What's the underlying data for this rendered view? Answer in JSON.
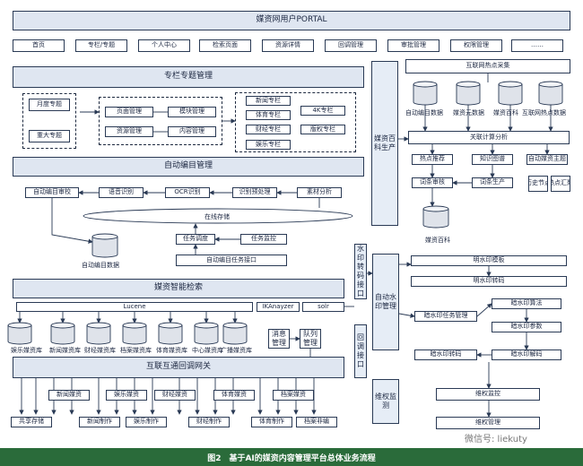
{
  "portal": "媒资网用户PORTAL",
  "nav": [
    "首页",
    "专栏/专题",
    "个人中心",
    "检索页面",
    "资源详情",
    "回调管理",
    "审批管理",
    "权限管理",
    "……"
  ],
  "column_mgmt": {
    "title": "专栏专题管理",
    "left": [
      "月度专题",
      "重大专题"
    ],
    "mid": [
      "页面管理",
      "模块管理",
      "资源管理",
      "内容管理"
    ],
    "right": [
      "新闻专栏",
      "4K专栏",
      "体育专栏",
      "财经专栏",
      "版权专栏",
      "娱乐专栏"
    ]
  },
  "baike_prod": "媒资百科生产",
  "auto_catalog": {
    "title": "自动编目管理",
    "flow": [
      "自动编目审校",
      "语音识别",
      "OCR识别",
      "识别预处理",
      "素材分析"
    ],
    "storage": "在线存储",
    "task": [
      "任务调度",
      "任务监控"
    ],
    "interface": "自动编目任务接口",
    "db": "自动编目数据"
  },
  "hot": {
    "title": "互联网热点采集",
    "dbs": [
      "自动编目数据",
      "媒资元数据",
      "媒资百科",
      "互联网热点数据"
    ],
    "analysis": "关联计算分析",
    "items": [
      "热点推荐",
      "知识图谱",
      "自动媒资主题",
      "历史节点",
      "热点汇聚",
      "词条审核",
      "词条生产"
    ],
    "baike": "媒资百科"
  },
  "retrieval": {
    "title": "媒资智能检索",
    "engine": [
      "Lucene",
      "IKAnayzer",
      "solr"
    ],
    "dbs": [
      "娱乐媒资库",
      "新闻媒资库",
      "财经媒资库",
      "档案媒资库",
      "体育媒资库",
      "中心媒资库",
      "广播媒资库"
    ]
  },
  "watermark": {
    "interface": "水印转码接口",
    "mgmt": "自动水印管理",
    "callback": "回调接口",
    "rights": "维权监测",
    "clear": [
      "明水印模板",
      "明水印转码"
    ],
    "dark": [
      "暗水印任务管理",
      "暗水印算法",
      "暗水印参数",
      "暗水印转码",
      "暗水印解码"
    ],
    "protect": [
      "维权监控",
      "维权管理"
    ]
  },
  "gateway": {
    "title": "互联互通回调网关",
    "queue": [
      "消息管理",
      "队列管理"
    ],
    "media": [
      "新闻媒资",
      "娱乐媒资",
      "财经媒资",
      "体育媒资",
      "档案媒资"
    ],
    "bottom": [
      "共享存储",
      "新闻制作",
      "娱乐制作",
      "财经制作",
      "体育制作",
      "档案非编"
    ]
  },
  "caption": "图2　基于AI的媒资内容管理平台总体业务流程",
  "watermark_text": "微信号: liekuty"
}
